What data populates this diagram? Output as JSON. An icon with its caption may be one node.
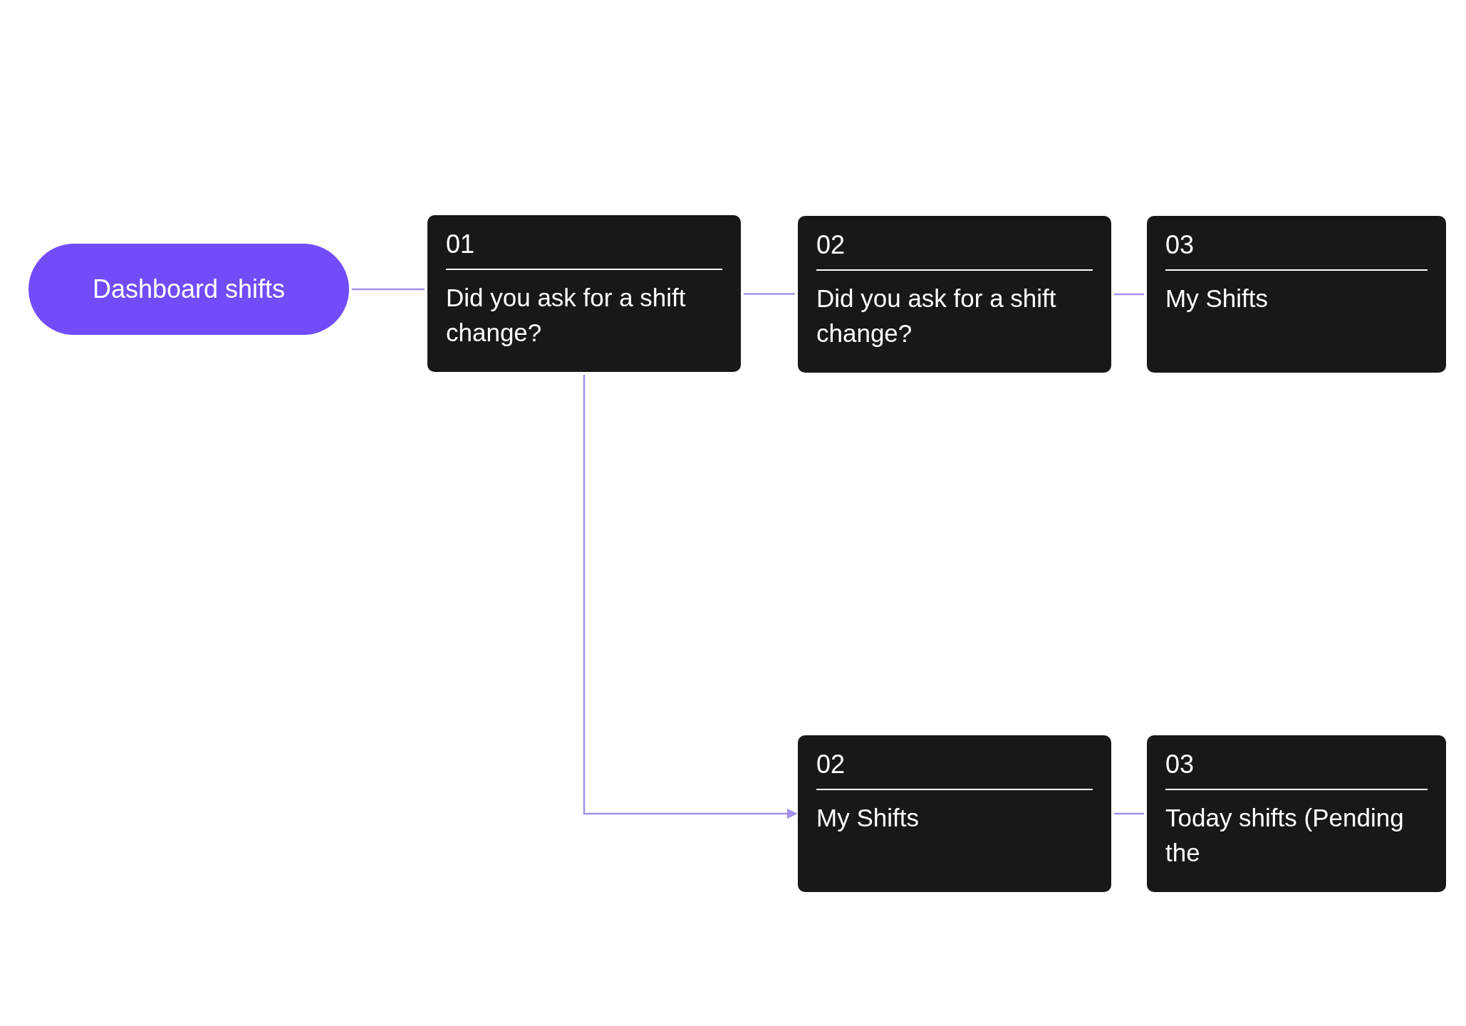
{
  "diagram": {
    "nodes": [
      {
        "text": [
          "Dashboard shifts"
        ]
      },
      {
        "text": [
          "01",
          "Did you ask for a shift change?"
        ]
      },
      {
        "text": [
          "02",
          "Did you ask for a shift change?"
        ]
      },
      {
        "text": [
          "03",
          "My Shifts"
        ]
      },
      {
        "text": [
          "02",
          "My Shifts"
        ]
      },
      {
        "text": [
          "03",
          "Today shifts (Pending the"
        ]
      }
    ],
    "edges": [
      {
        "from": 0,
        "to": 1,
        "arrow": "none"
      },
      {
        "from": 1,
        "to": 2,
        "arrow": "none"
      },
      {
        "from": 2,
        "to": 3,
        "arrow": "none"
      },
      {
        "from": 1,
        "to": 4,
        "arrow": "to"
      },
      {
        "from": 4,
        "to": 5,
        "arrow": "none"
      }
    ]
  }
}
